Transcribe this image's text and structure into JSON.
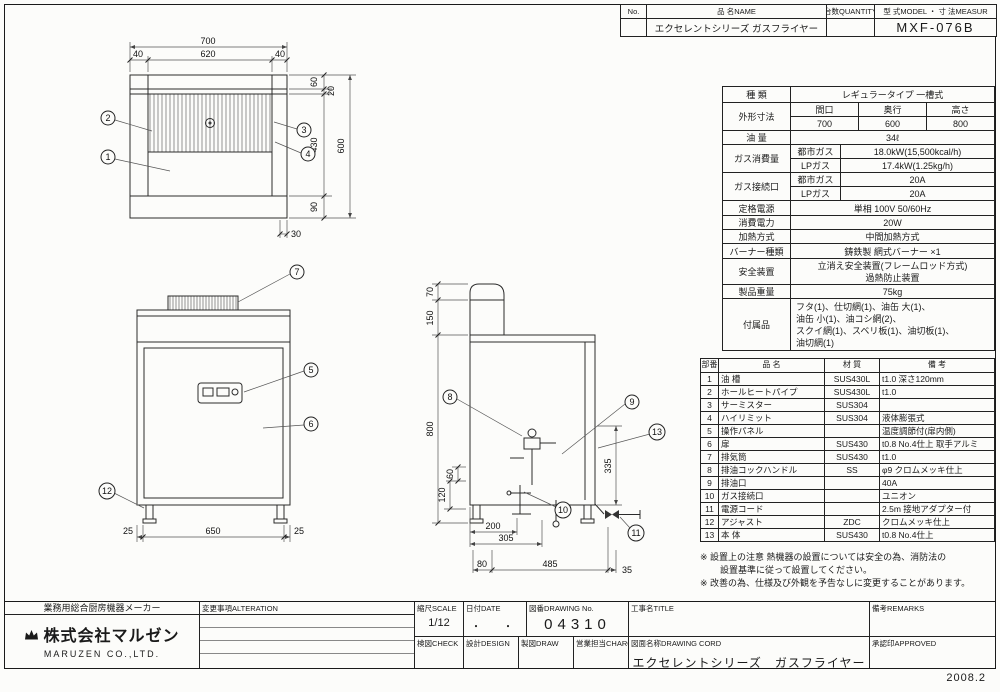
{
  "header_table": {
    "no_label": "No.",
    "name_label": "品 名NAME",
    "qty_label": "台数QUANTITY",
    "model_label": "型 式MODEL ・ 寸 法MEASUR",
    "name_value": "エクセレントシリーズ ガスフライヤー",
    "qty_value": "",
    "model_value": "MXF-076B"
  },
  "spec_table": {
    "type_label": "種 類",
    "type_value": "レギュラータイプ 一槽式",
    "dims_label": "外形寸法",
    "dims_cols": [
      "間口",
      "奥行",
      "高さ"
    ],
    "dims_vals": [
      "700",
      "600",
      "800"
    ],
    "oil_label": "油 量",
    "oil_value": "34ℓ",
    "gas_label": "ガス消費量",
    "gas_rows": [
      [
        "都市ガス",
        "18.0kW(15,500kcal/h)"
      ],
      [
        "LPガス",
        "17.4kW(1.25kg/h)"
      ]
    ],
    "conn_label": "ガス接続口",
    "conn_rows": [
      [
        "都市ガス",
        "20A"
      ],
      [
        "LPガス",
        "20A"
      ]
    ],
    "power_label": "定格電源",
    "power_value": "単相 100V 50/60Hz",
    "wattage_label": "消費電力",
    "wattage_value": "20W",
    "heating_label": "加熱方式",
    "heating_value": "中間加熱方式",
    "burner_label": "バーナー種類",
    "burner_value": "鋳鉄製 網式バーナー ×1",
    "safety_label": "安全装置",
    "safety_lines": [
      "立消え安全装置(フレームロッド方式)",
      "過熱防止装置"
    ],
    "weight_label": "製品重量",
    "weight_value": "75kg",
    "acc_label": "付属品",
    "acc_lines": [
      "フタ(1)、仕切網(1)、油缶 大(1)、",
      "油缶 小(1)、油コシ網(2)、",
      "スクイ網(1)、スベリ板(1)、油切板(1)、",
      "油切網(1)"
    ]
  },
  "parts_table": {
    "headers": [
      "部番",
      "品 名",
      "材 質",
      "備 考"
    ],
    "rows": [
      [
        "1",
        "油 槽",
        "SUS430L",
        "t1.0 深さ120mm"
      ],
      [
        "2",
        "ホールヒートパイプ",
        "SUS430L",
        "t1.0"
      ],
      [
        "3",
        "サーミスター",
        "SUS304",
        ""
      ],
      [
        "4",
        "ハイリミット",
        "SUS304",
        "液体膨張式"
      ],
      [
        "5",
        "操作パネル",
        "",
        "温度調節付(扉内側)"
      ],
      [
        "6",
        "扉",
        "SUS430",
        "t0.8 No.4仕上 取手アルミ"
      ],
      [
        "7",
        "排気筒",
        "SUS430",
        "t1.0"
      ],
      [
        "8",
        "排油コックハンドル",
        "SS",
        "φ9 クロムメッキ仕上"
      ],
      [
        "9",
        "排油口",
        "",
        "40A"
      ],
      [
        "10",
        "ガス接続口",
        "",
        "ユニオン"
      ],
      [
        "11",
        "電源コード",
        "",
        "2.5m 接地アダプター付"
      ],
      [
        "12",
        "アジャスト",
        "ZDC",
        "クロムメッキ仕上"
      ],
      [
        "13",
        "本 体",
        "SUS430",
        "t0.8 No.4仕上"
      ]
    ]
  },
  "notes": {
    "line1": "※ 設置上の注意 熱機器の設置については安全の為、消防法の",
    "line2": "設置基準に従って設置してください。",
    "line3": "※ 改善の為、仕様及び外観を予告なしに変更することがあります。"
  },
  "title_block": {
    "maker_tagline": "業務用総合厨房機器メーカー",
    "company_name": "株式会社マルゼン",
    "company_en": "MARUZEN CO.,LTD.",
    "alteration_label": "変更事項ALTERATION",
    "scale_label": "縮尺SCALE",
    "scale_value": "1/12",
    "date_label": "日付DATE",
    "date_value": "・　・",
    "dwgno_label": "図番DRAWING No.",
    "dwgno_value": "04310",
    "title_label": "工事名TITLE",
    "check_label": "検図CHECK",
    "design_label": "設計DESIGN",
    "draw_label": "製図DRAW",
    "charge_label": "営業担当CHARGE",
    "dwgname_label": "図面名称DRAWING CORD",
    "dwgname_value": "エクセレントシリーズ　ガスフライヤー",
    "approved_label": "承認印APPROVED",
    "remarks_label": "備考REMARKS",
    "issue_date": "2008.2"
  },
  "dims": {
    "top": {
      "w700": "700",
      "w620": "620",
      "w40l": "40",
      "w40r": "40",
      "h60": "60",
      "h20": "20",
      "h430": "430",
      "h90": "90",
      "h600": "600",
      "d30": "30"
    },
    "front": {
      "m25l": "25",
      "w650": "650",
      "m25r": "25"
    },
    "side": {
      "h70": "70",
      "h150": "150",
      "h800": "800",
      "h335": "335",
      "h60": "60",
      "h120": "120",
      "d200": "200",
      "d305": "305",
      "d80": "80",
      "d485": "485",
      "d35": "35"
    }
  },
  "callouts": {
    "c1": "1",
    "c2": "2",
    "c3": "3",
    "c4": "4",
    "c5": "5",
    "c6": "6",
    "c7": "7",
    "c8": "8",
    "c9": "9",
    "c10": "10",
    "c11": "11",
    "c12": "12",
    "c13": "13"
  }
}
